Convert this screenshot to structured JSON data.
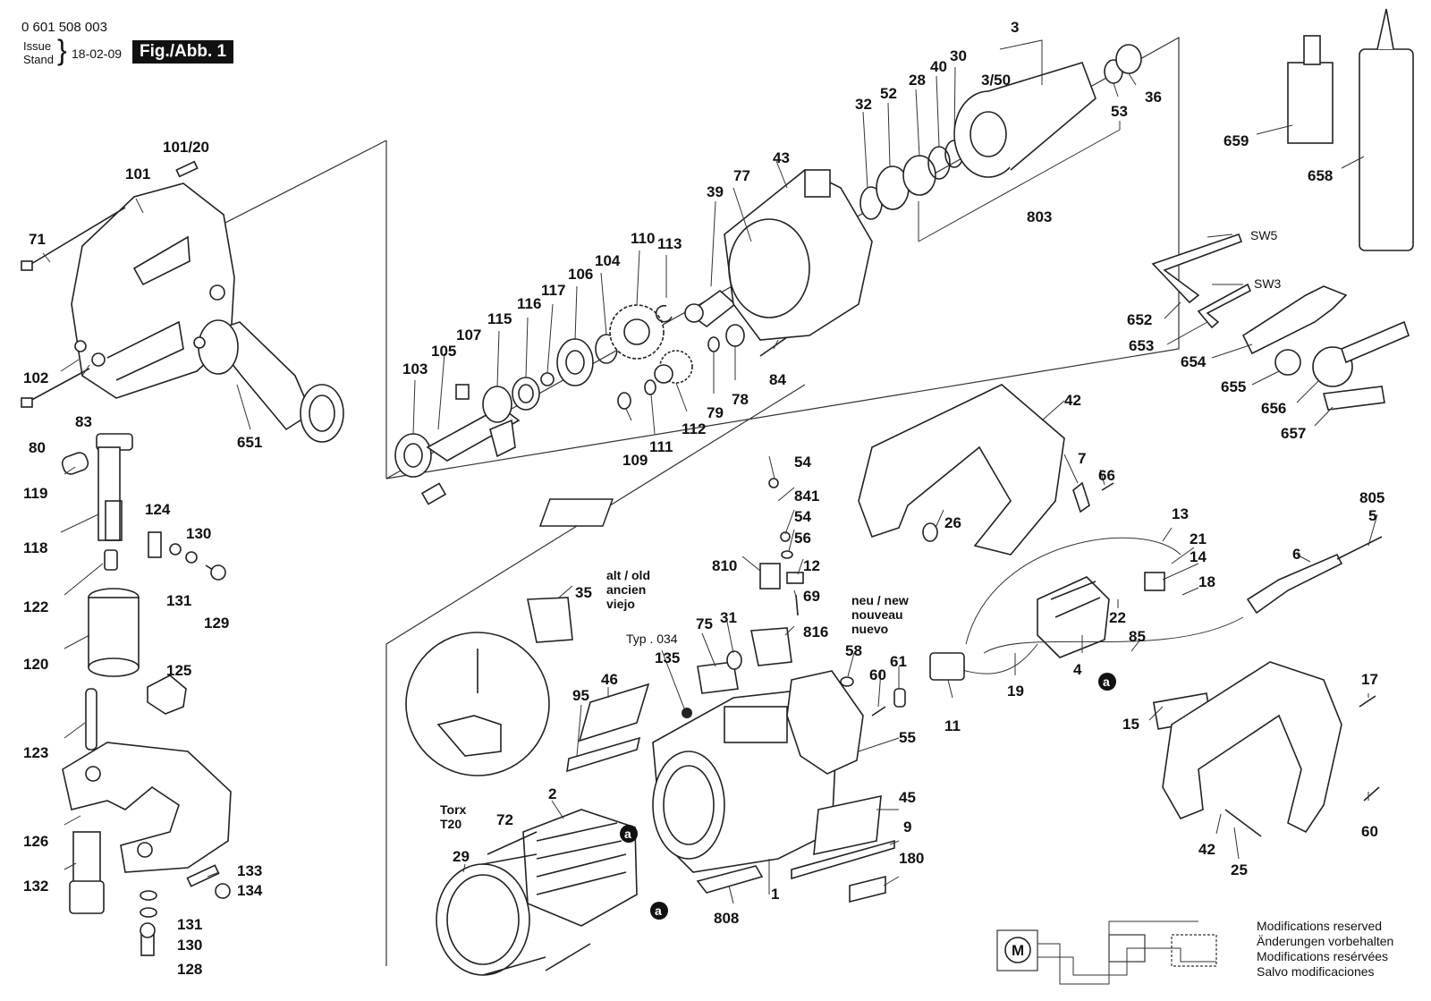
{
  "header": {
    "doc_number": "0 601 508 003",
    "issue_label_1": "Issue",
    "issue_label_2": "Stand",
    "issue_date": "18-02-09",
    "figure_label": "Fig./Abb. 1"
  },
  "parts": [
    "71",
    "101",
    "101/20",
    "102",
    "80",
    "83",
    "651",
    "119",
    "118",
    "124",
    "130",
    "131",
    "129",
    "122",
    "120",
    "125",
    "123",
    "126",
    "132",
    "133",
    "134",
    "131",
    "130",
    "128",
    "103",
    "105",
    "107",
    "115",
    "116",
    "117",
    "106",
    "104",
    "110",
    "113",
    "39",
    "77",
    "43",
    "109",
    "111",
    "112",
    "79",
    "78",
    "84",
    "32",
    "52",
    "28",
    "40",
    "30",
    "3",
    "3/50",
    "36",
    "53",
    "803",
    "659",
    "658",
    "SW5",
    "SW3",
    "652",
    "653",
    "654",
    "655",
    "656",
    "657",
    "42",
    "7",
    "66",
    "26",
    "54",
    "841",
    "54",
    "56",
    "810",
    "12",
    "69",
    "816",
    "35",
    "75",
    "31",
    "135",
    "46",
    "95",
    "58",
    "60",
    "61",
    "55",
    "45",
    "9",
    "180",
    "808",
    "1",
    "2",
    "29",
    "72",
    "13",
    "21",
    "14",
    "18",
    "22",
    "4",
    "85",
    "19",
    "11",
    "805",
    "5",
    "6",
    "17",
    "15",
    "42",
    "25",
    "60"
  ],
  "notes": {
    "alt_old": [
      "alt / old",
      "ancien",
      "viejo"
    ],
    "neu_new": [
      "neu / new",
      "nouveau",
      "nuevo"
    ],
    "typ": "Typ . 034",
    "torx": [
      "Torx",
      "T20"
    ],
    "callout_a": "a",
    "motor_symbol": "M"
  },
  "footer": {
    "modifications": [
      "Modifications reserved",
      "Änderungen vorbehalten",
      "Modifications resérvées",
      "Salvo modificaciones"
    ]
  }
}
